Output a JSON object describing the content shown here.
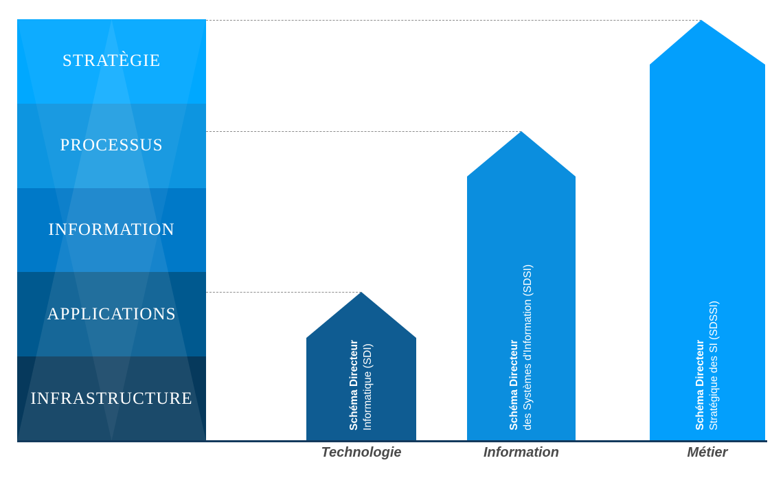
{
  "diagram": {
    "title_visible": false,
    "background_color": "#ffffff",
    "baseline_color": "#13395c"
  },
  "pyramid": {
    "name": "enterprise-architecture-layers",
    "layers": [
      {
        "label": "STRATÈGIE",
        "color": "#00a8ff"
      },
      {
        "label": "PROCESSUS",
        "color": "#0d95e0"
      },
      {
        "label": "INFORMATION",
        "color": "#0079c8"
      },
      {
        "label": "APPLICATIONS",
        "color": "#00598f"
      },
      {
        "label": "INFRASTRUCTURE",
        "color": "#06395c"
      }
    ]
  },
  "arrows": [
    {
      "title": "Schéma Directeur",
      "subtitle": "Informatique (SDI)",
      "category": "Technologie",
      "color": "#0f5c92",
      "reaches_layer": "APPLICATIONS",
      "scope_rank": 1
    },
    {
      "title": "Schéma Directeur",
      "subtitle": "des Systèmes d'Information (SDSI)",
      "category": "Information",
      "color": "#0b8ede",
      "reaches_layer": "PROCESSUS",
      "scope_rank": 2
    },
    {
      "title": "Schéma Directeur",
      "subtitle": "Stratégique des SI (SDSSI)",
      "category": "Métier",
      "color": "#039ffc",
      "reaches_layer": "STRATÈGIE",
      "scope_rank": 3
    }
  ],
  "guides": {
    "style": "dashed",
    "color": "#8a8a8a",
    "connections": [
      {
        "from_layer": "STRATÈGIE",
        "to_arrow": "Schéma Directeur Stratégique des SI (SDSSI)"
      },
      {
        "from_layer": "PROCESSUS",
        "to_arrow": "Schéma Directeur des Systèmes d'Information (SDSI)"
      },
      {
        "from_layer": "APPLICATIONS",
        "to_arrow": "Schéma Directeur Informatique (SDI)"
      }
    ]
  },
  "axis": {
    "name": "scope-axis",
    "categories": [
      "Technologie",
      "Information",
      "Métier"
    ]
  }
}
